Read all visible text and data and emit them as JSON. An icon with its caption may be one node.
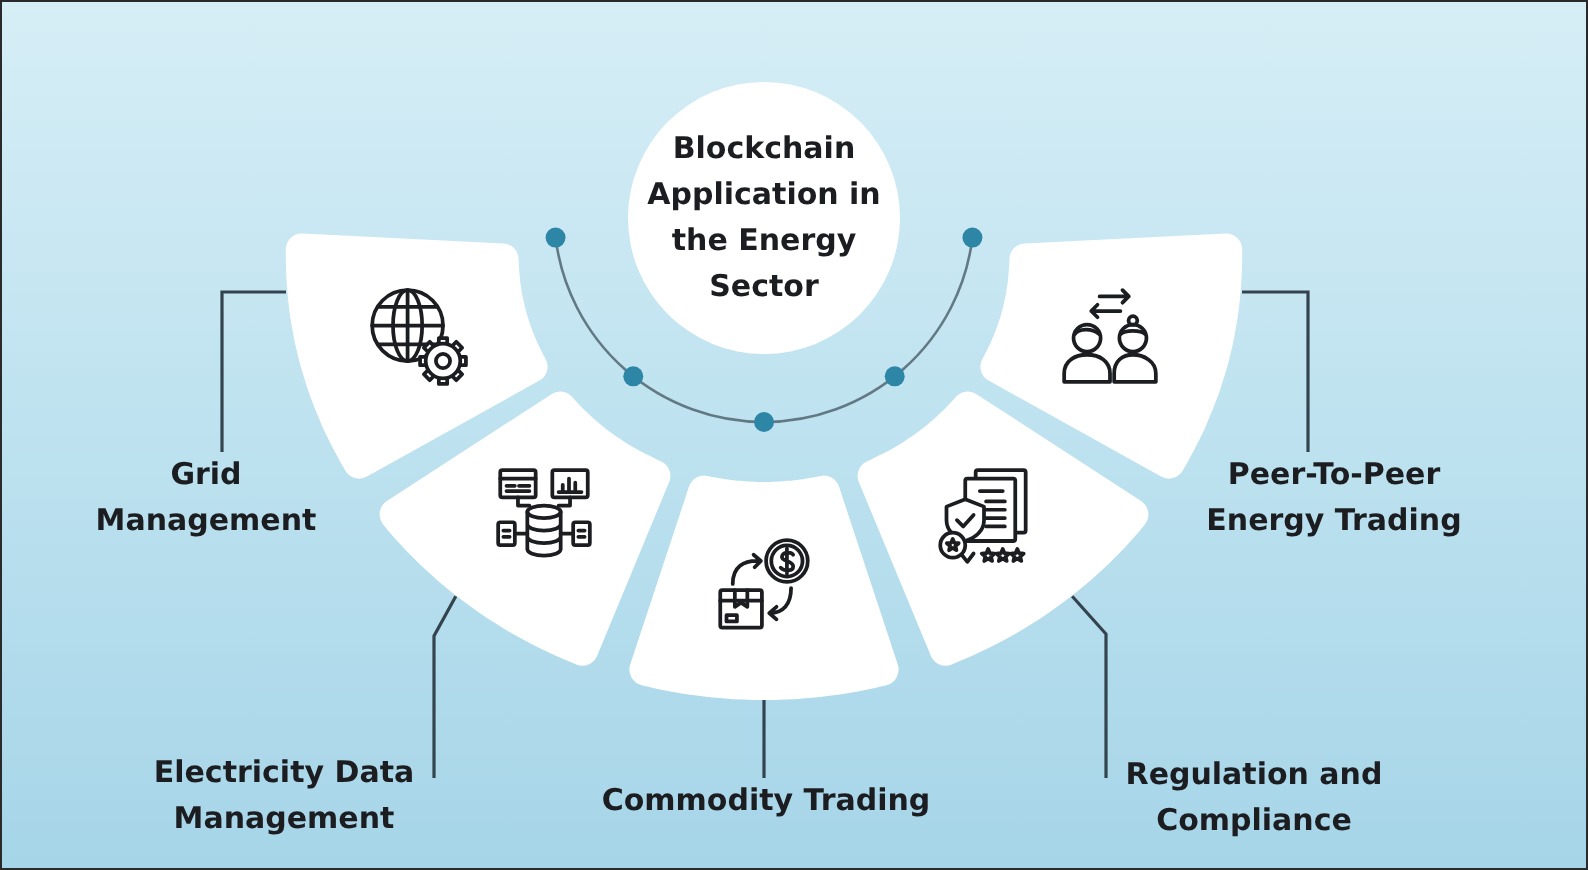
{
  "diagram": {
    "nodes": [
      {
        "text": [
          "Blockchain Application in the Energy Sector"
        ]
      },
      {
        "text": [
          "Grid Management"
        ]
      },
      {
        "text": [],
        "shape": "picture"
      },
      {
        "text": [
          "Electricity Data Management"
        ]
      },
      {
        "text": [],
        "shape": "picture"
      },
      {
        "text": [
          "Commodity Trading"
        ]
      },
      {
        "text": [],
        "shape": "picture"
      },
      {
        "text": [
          "Regulation and Compliance"
        ]
      },
      {
        "text": [],
        "shape": "picture"
      },
      {
        "text": [
          "Peer-To-Peer Energy Trading"
        ]
      },
      {
        "text": [],
        "shape": "picture"
      }
    ],
    "edges": [
      {
        "from": 1,
        "to": 2,
        "arrow": "none"
      },
      {
        "from": 3,
        "to": 4,
        "arrow": "none"
      },
      {
        "from": 5,
        "to": 6,
        "arrow": "none"
      },
      {
        "from": 7,
        "to": 8,
        "arrow": "none"
      },
      {
        "from": 9,
        "to": 10,
        "arrow": "none"
      }
    ]
  }
}
